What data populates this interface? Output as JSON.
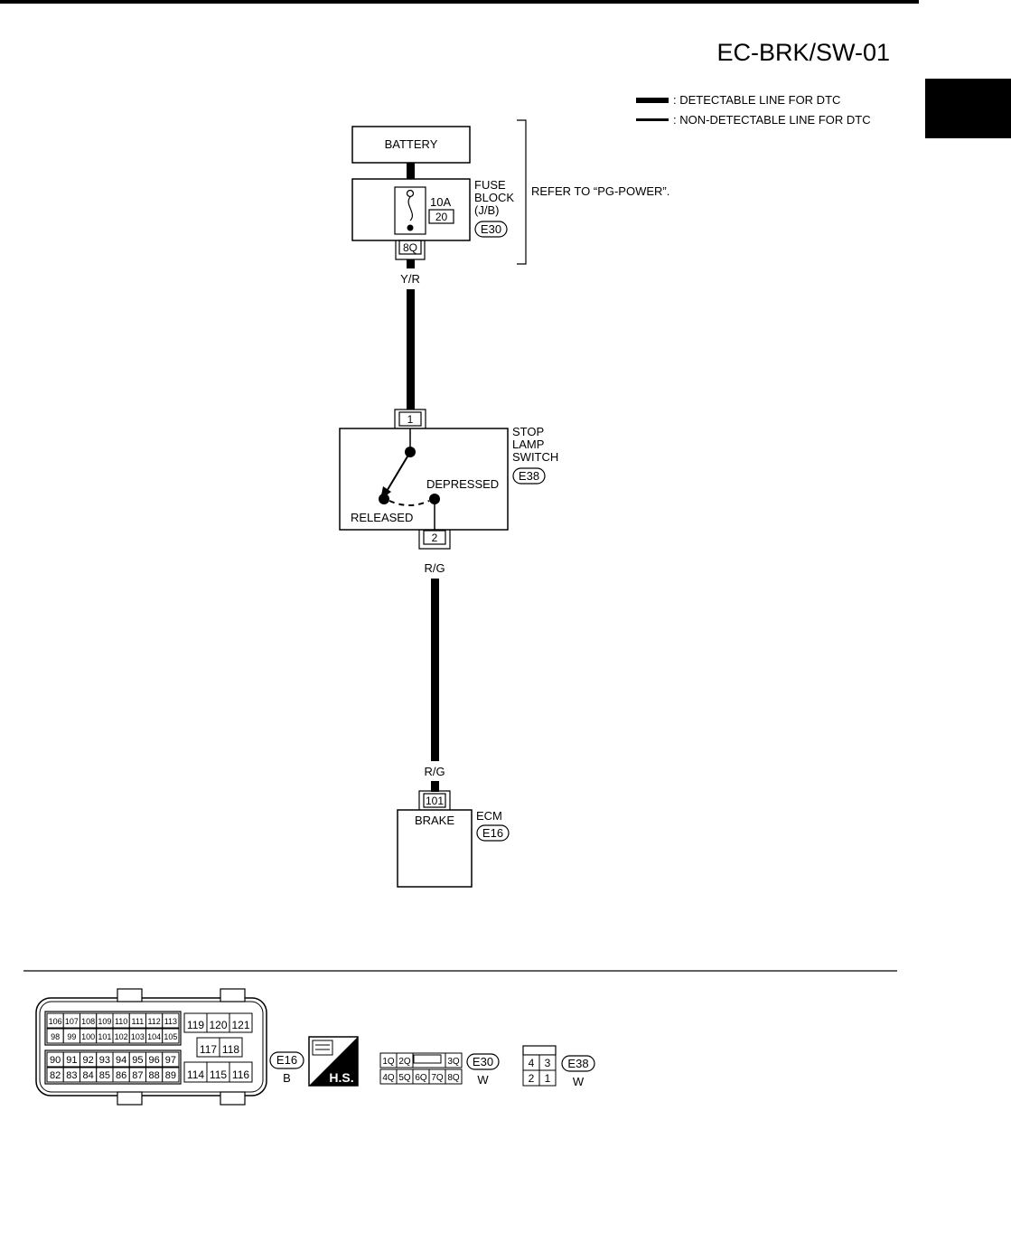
{
  "page": {
    "title": "EC-BRK/SW-01"
  },
  "legend": {
    "detectable": ": DETECTABLE LINE FOR DTC",
    "non_detectable": ": NON-DETECTABLE LINE FOR DTC"
  },
  "battery": {
    "label": "BATTERY"
  },
  "fuse_block": {
    "label_1": "FUSE",
    "label_2": "BLOCK",
    "label_3": "(J/B)",
    "amp": "10A",
    "fuse_no": "20",
    "connector": "E30",
    "terminal": "8Q",
    "refer": "REFER TO “PG-POWER”."
  },
  "wires": {
    "top_color": "Y/R",
    "mid_color": "R/G",
    "bottom_color": "R/G"
  },
  "stop_lamp_switch": {
    "label_1": "STOP",
    "label_2": "LAMP",
    "label_3": "SWITCH",
    "connector": "E38",
    "terminal_in": "1",
    "terminal_out": "2",
    "released": "RELEASED",
    "depressed": "DEPRESSED"
  },
  "ecm": {
    "label": "ECM",
    "connector": "E16",
    "terminal": "101",
    "pin_label": "BRAKE"
  },
  "connectors": {
    "e16": {
      "id": "E16",
      "color": "B",
      "row1": [
        "106",
        "107",
        "108",
        "109",
        "110",
        "111",
        "112",
        "113"
      ],
      "row2": [
        "98",
        "99",
        "100",
        "101",
        "102",
        "103",
        "104",
        "105"
      ],
      "row3": [
        "90",
        "91",
        "92",
        "93",
        "94",
        "95",
        "96",
        "97"
      ],
      "row4": [
        "82",
        "83",
        "84",
        "85",
        "86",
        "87",
        "88",
        "89"
      ],
      "mid_top": [
        "119",
        "120",
        "121"
      ],
      "mid_mid": [
        "117",
        "118"
      ],
      "mid_bot": [
        "114",
        "115",
        "116"
      ]
    },
    "hs_badge": "H.S.",
    "e30": {
      "id": "E30",
      "color": "W",
      "top": [
        "1Q",
        "2Q",
        "3Q"
      ],
      "bottom": [
        "4Q",
        "5Q",
        "6Q",
        "7Q",
        "8Q"
      ]
    },
    "e38": {
      "id": "E38",
      "color": "W",
      "top": [
        "4",
        "3"
      ],
      "bottom": [
        "2",
        "1"
      ]
    }
  }
}
